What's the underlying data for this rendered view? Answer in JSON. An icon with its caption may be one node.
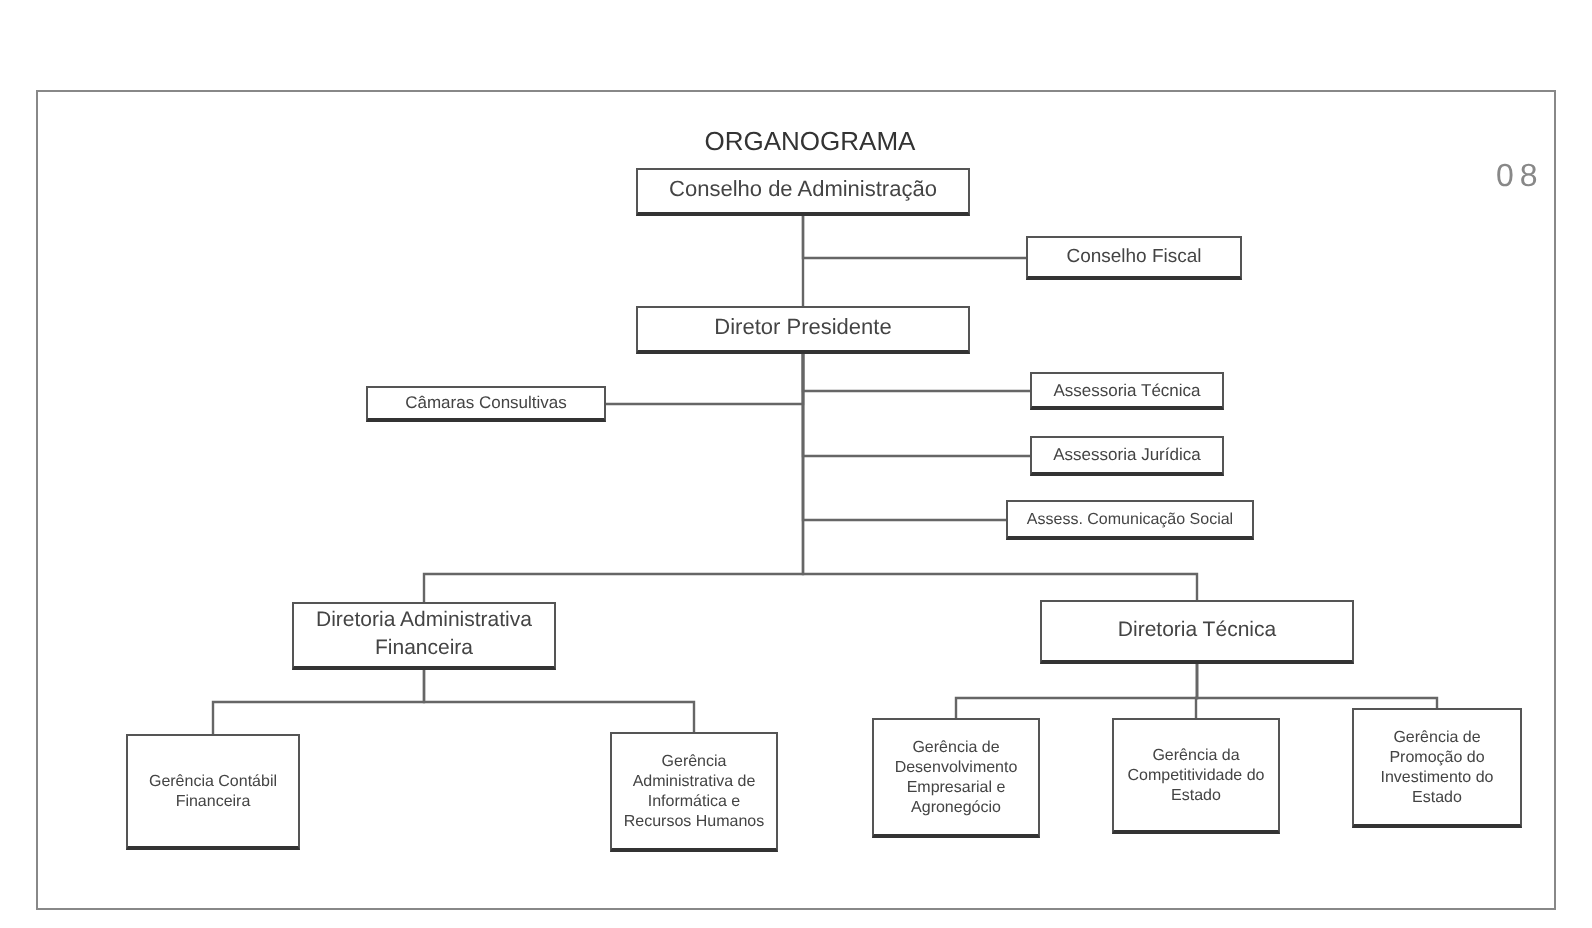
{
  "diagram": {
    "title": "ORGANOGRAMA",
    "nodes": [
      {
        "text": [
          "Conselho de Administração"
        ]
      },
      {
        "text": [
          "Conselho Fiscal"
        ]
      },
      {
        "text": [
          "Diretor Presidente"
        ]
      },
      {
        "text": [
          "Câmaras Consultivas"
        ]
      },
      {
        "text": [
          "Assessoria Técnica"
        ]
      },
      {
        "text": [
          "Assessoria Jurídica"
        ]
      },
      {
        "text": [
          "Assess. Comunicação Social"
        ]
      },
      {
        "text": [
          "Diretoria Administrativa Financeira"
        ]
      },
      {
        "text": [
          "Diretoria Técnica"
        ]
      },
      {
        "text": [
          "Gerência Contábil Financeira"
        ]
      },
      {
        "text": [
          "Gerência Administrativa de Informática e Recursos Humanos"
        ]
      },
      {
        "text": [
          "Gerência de Desenvolvimento Empresarial e Agronegócio"
        ]
      },
      {
        "text": [
          "Gerência da Competitividade do Estado"
        ]
      },
      {
        "text": [
          "Gerência de Promoção do Investimento do Estado"
        ]
      }
    ],
    "edges": [
      {
        "from": 0,
        "to": 1,
        "arrow": "none"
      },
      {
        "from": 0,
        "to": 2,
        "arrow": "none"
      },
      {
        "from": 2,
        "to": 3,
        "arrow": "none"
      },
      {
        "from": 2,
        "to": 4,
        "arrow": "none"
      },
      {
        "from": 2,
        "to": 5,
        "arrow": "none"
      },
      {
        "from": 2,
        "to": 6,
        "arrow": "none"
      },
      {
        "from": 2,
        "to": 7,
        "arrow": "none"
      },
      {
        "from": 2,
        "to": 8,
        "arrow": "none"
      },
      {
        "from": 7,
        "to": 9,
        "arrow": "none"
      },
      {
        "from": 7,
        "to": 10,
        "arrow": "none"
      },
      {
        "from": 8,
        "to": 11,
        "arrow": "none"
      },
      {
        "from": 8,
        "to": 12,
        "arrow": "none"
      },
      {
        "from": 8,
        "to": 13,
        "arrow": "none"
      }
    ],
    "labels": [
      "08"
    ]
  }
}
